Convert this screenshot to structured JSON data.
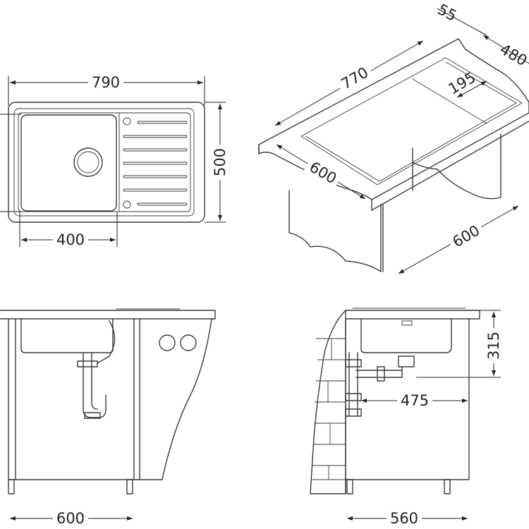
{
  "title": "Kitchen sink installation dimensions",
  "top_view": {
    "width": "790",
    "depth": "500",
    "bowl_width": "400"
  },
  "isometric_view": {
    "rim": "55",
    "cutout_depth": "480",
    "cutout_length": "770",
    "drainer_offset": "195",
    "worktop_depth": "600",
    "cabinet_width": "600"
  },
  "front_view": {
    "cabinet_width": "600"
  },
  "side_view": {
    "bowl_depth": "315",
    "drain_offset": "475",
    "cabinet_depth": "560"
  },
  "colors": {
    "line": "#3a3a3a",
    "background": "#ffffff"
  }
}
